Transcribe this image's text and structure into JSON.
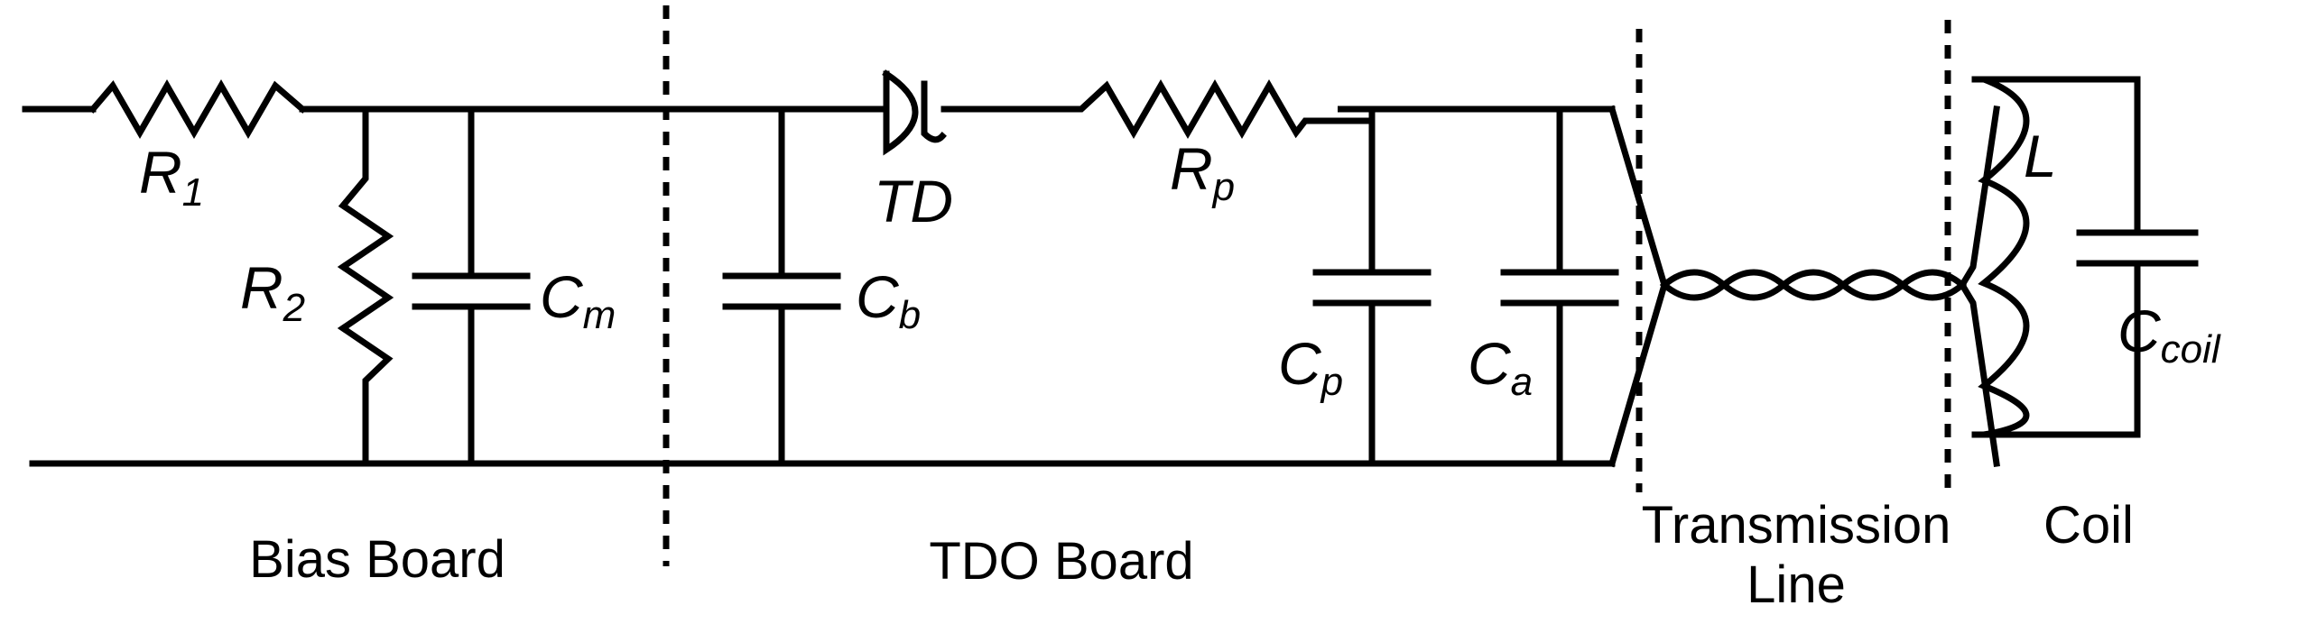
{
  "components": {
    "r1": {
      "symbol": "R",
      "sub": "1"
    },
    "r2": {
      "symbol": "R",
      "sub": "2"
    },
    "cm": {
      "symbol": "C",
      "sub": "m"
    },
    "cb": {
      "symbol": "C",
      "sub": "b"
    },
    "td": {
      "symbol": "TD"
    },
    "rp": {
      "symbol": "R",
      "sub": "p"
    },
    "cp": {
      "symbol": "C",
      "sub": "p"
    },
    "ca": {
      "symbol": "C",
      "sub": "a"
    },
    "l": {
      "symbol": "L"
    },
    "ccoil": {
      "symbol": "C",
      "sub": "coil"
    }
  },
  "sections": {
    "bias_board": "Bias Board",
    "tdo_board": "TDO Board",
    "transmission_line_1": "Transmission",
    "transmission_line_2": "Line",
    "coil": "Coil"
  }
}
